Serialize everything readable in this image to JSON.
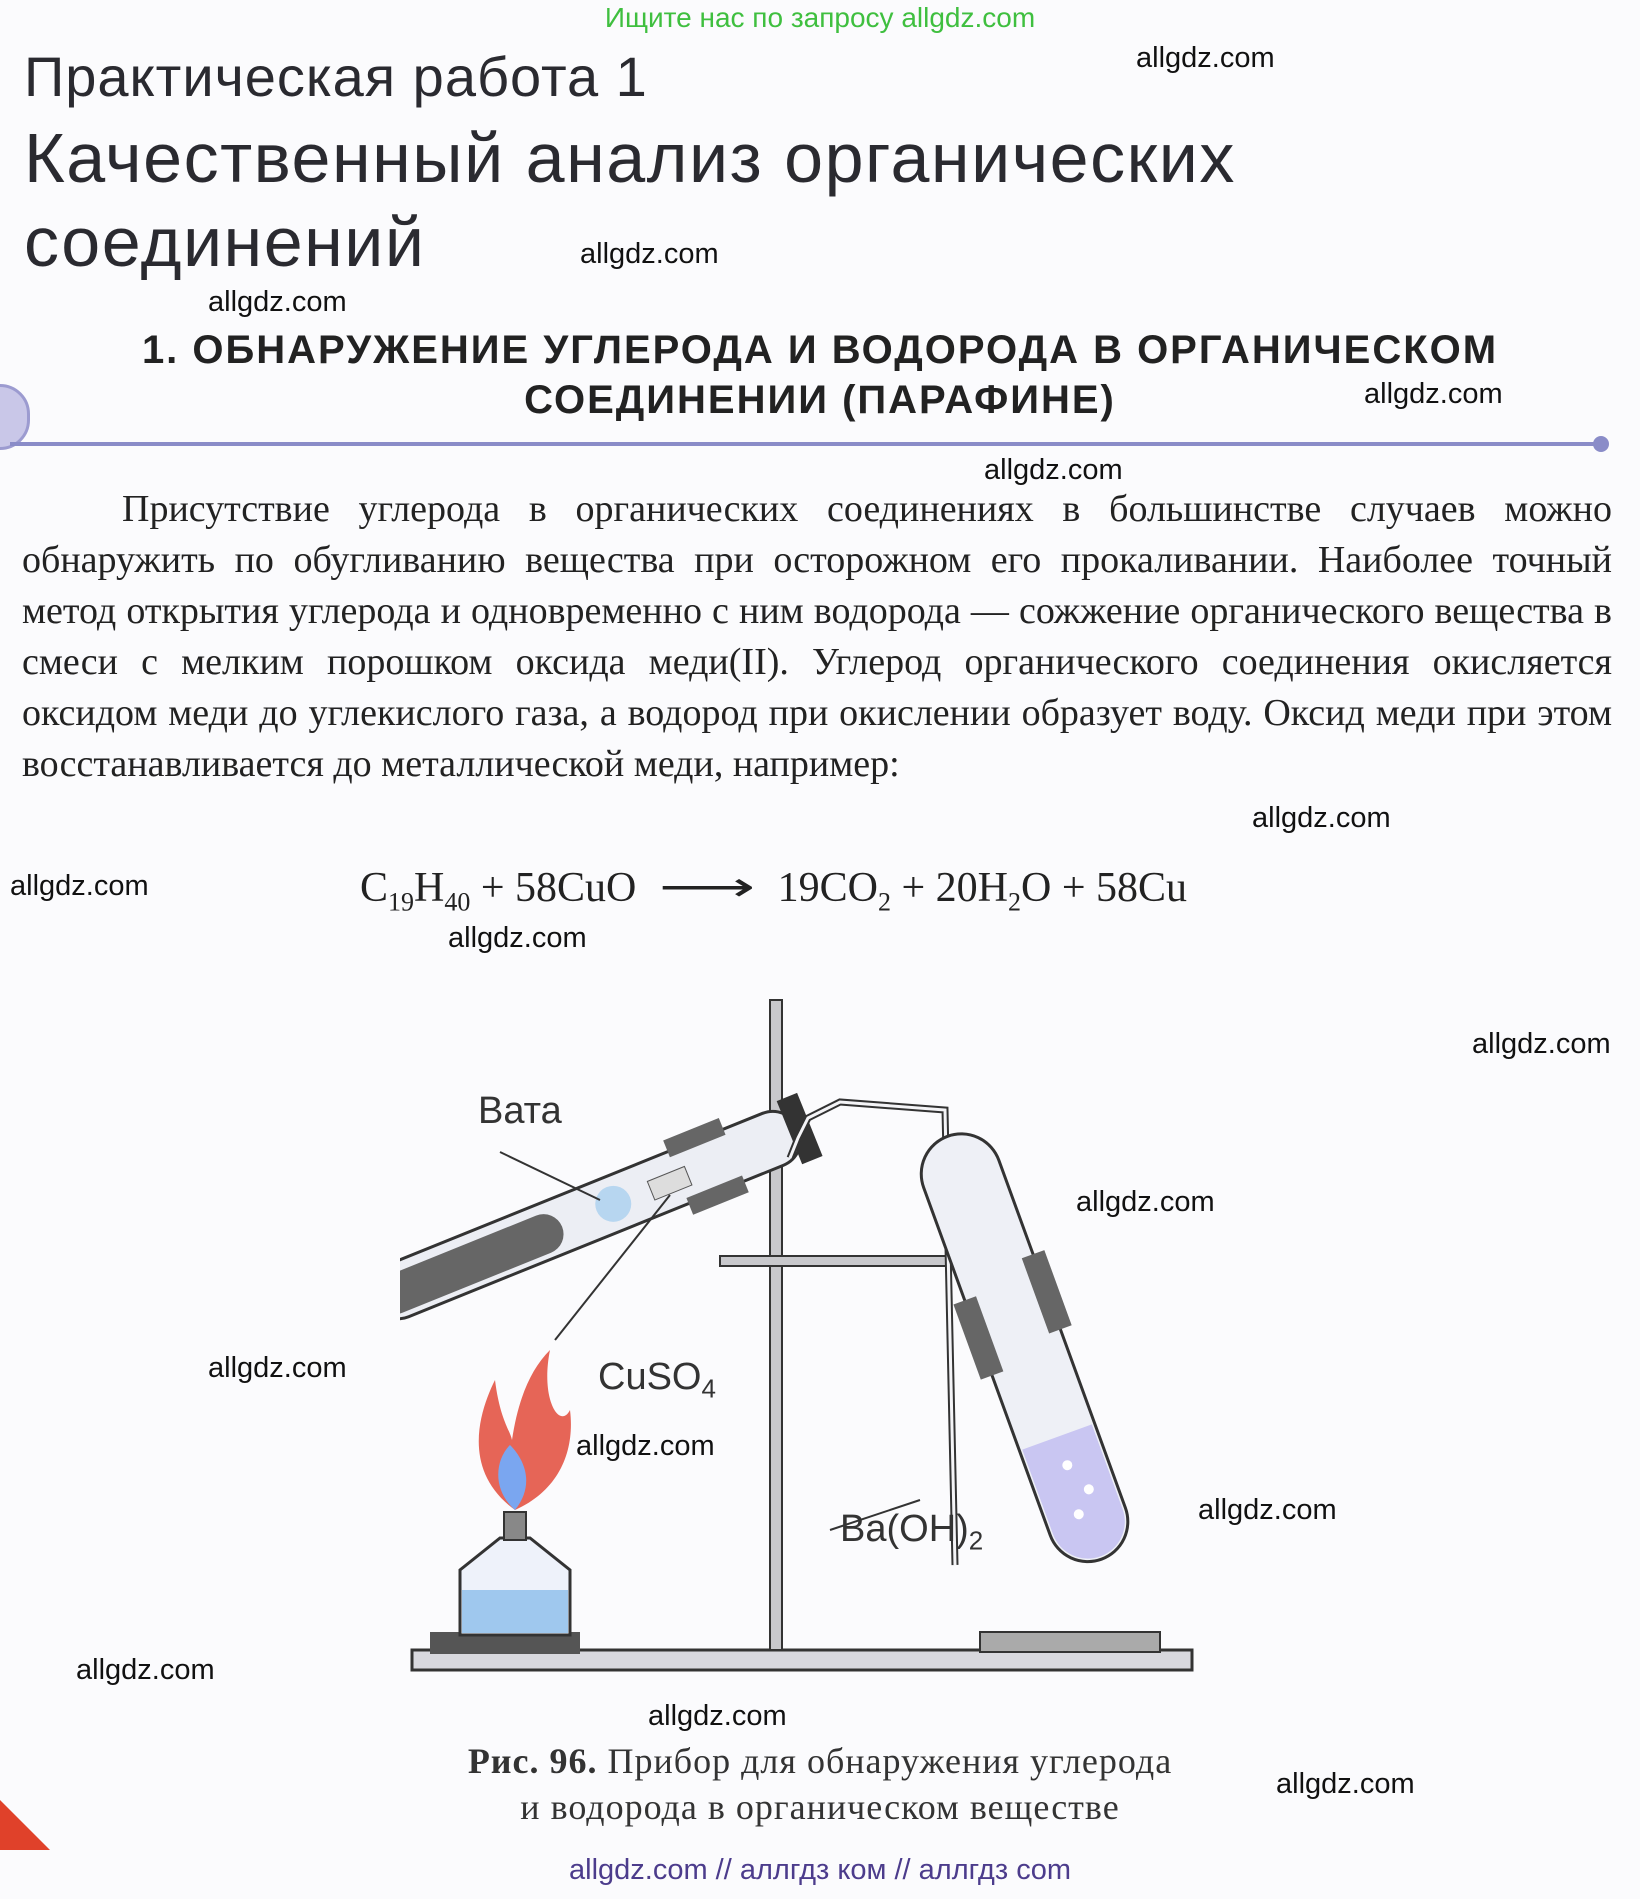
{
  "header": {
    "search_note": "Ищите нас по запросу allgdz.com",
    "practical_title": "Практическая работа 1",
    "main_title_line1": "Качественный анализ органических",
    "main_title_line2": "соединений"
  },
  "section": {
    "heading_line1": "1. ОБНАРУЖЕНИЕ УГЛЕРОДА И ВОДОРОДА В ОРГАНИЧЕСКОМ",
    "heading_line2": "СОЕДИНЕНИИ (ПАРАФИНЕ)"
  },
  "body": {
    "paragraph": "Присутствие углерода в органических соединениях в большинстве случаев можно обнаружить по обугливанию вещества при осторожном его прокаливании. Наиболее точный метод открытия углерода и одновременно с ним водорода — сожжение органического вещества в смеси с мелким порошком оксида меди(II). Углерод органического соединения окисляется оксидом меди до углекислого газа, а водород при окислении образует воду. Оксид меди при этом восстанавливается до металлической меди, например:"
  },
  "equation": {
    "c": "C",
    "c_sub": "19",
    "h": "H",
    "h_sub": "40",
    "plus1": "+ 58CuO",
    "arrow": "⟶",
    "co2": "19CO",
    "co2_sub": "2",
    "plus2": "+ 20H",
    "h2o_sub": "2",
    "h2o_o": "O",
    "plus3": "+ 58Cu"
  },
  "figure": {
    "label_cotton": "Вата",
    "label_cuso4": "CuSO",
    "label_cuso4_sub": "4",
    "label_baoh": "Ba(OH)",
    "label_baoh_sub": "2",
    "caption_prefix": "Рис. 96.",
    "caption_line1": "Прибор для обнаружения углерода",
    "caption_line2": "и водорода в органическом веществе"
  },
  "watermark": "allgdz.com",
  "footer": "allgdz.com  //  аллгдз ком  //  аллгдз com",
  "colors": {
    "green_note": "#3fbf3f",
    "rule": "#8a8cc8",
    "footer": "#4c3c8c",
    "flame_red": "#e24a3a",
    "flame_blue": "#7aa6f0",
    "liquid": "#c9c6f2"
  }
}
